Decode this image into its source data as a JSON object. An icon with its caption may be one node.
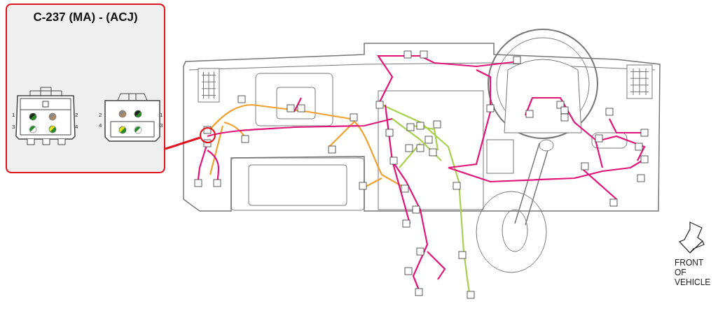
{
  "diagram": {
    "nodes": [
      {
        "text": [
          "C-237 (MA) - (ACJ)"
        ]
      },
      {
        "text": [],
        "shape": "circle"
      }
    ],
    "edges": [
      {
        "from": 0,
        "to": 1,
        "arrow": "none"
      }
    ],
    "labels": [
      "1",
      "2",
      "3",
      "4",
      "2",
      "1",
      "4",
      "3",
      "FRONT OF VEHICLE"
    ]
  }
}
